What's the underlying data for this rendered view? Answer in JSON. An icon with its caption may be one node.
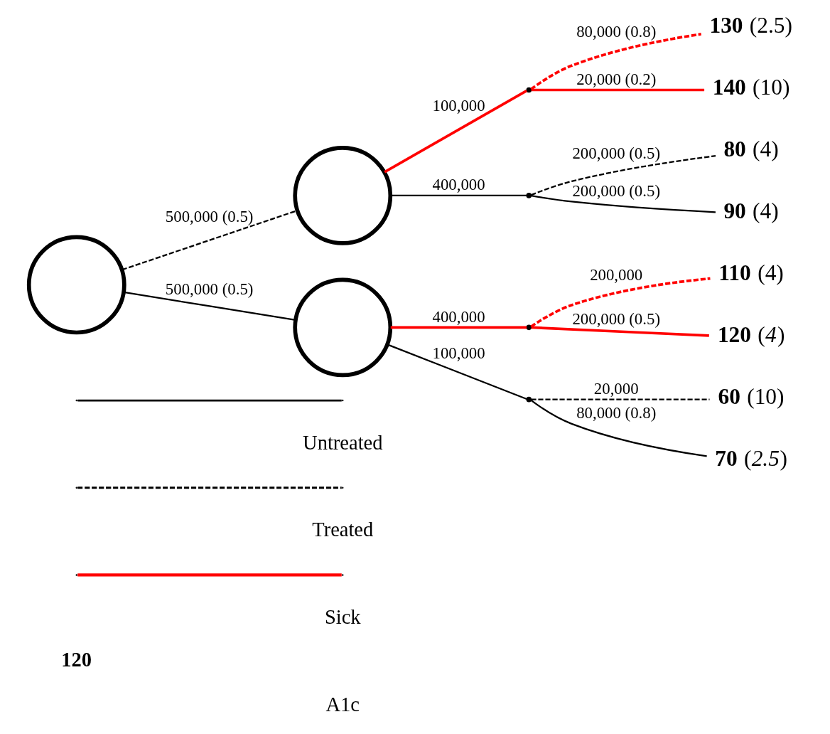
{
  "diagram": {
    "nodes": [
      {
        "text": [],
        "shape": "circle"
      },
      {
        "text": [],
        "shape": "circle"
      },
      {
        "text": [],
        "shape": "circle"
      },
      {
        "text": [],
        "shape": "point"
      },
      {
        "text": [],
        "shape": "point"
      },
      {
        "text": [],
        "shape": "point"
      },
      {
        "text": [],
        "shape": "point"
      },
      {
        "text": [
          "**130** (2.5)"
        ]
      },
      {
        "text": [
          "**140** (10)"
        ]
      },
      {
        "text": [
          "**80** (4)"
        ]
      },
      {
        "text": [
          "**90** (4)"
        ]
      },
      {
        "text": [
          "**110** (4)"
        ]
      },
      {
        "text": [
          "**120** (*4*)"
        ]
      },
      {
        "text": [
          "**60** (10)"
        ]
      },
      {
        "text": [
          "**70** (*2.5*)"
        ]
      }
    ],
    "edges": [
      {
        "from": 0,
        "to": 1,
        "arrow": "none",
        "style": "dashed",
        "label": "500,000 (0.5)"
      },
      {
        "from": 0,
        "to": 2,
        "arrow": "none",
        "label": "500,000 (0.5)"
      },
      {
        "from": 1,
        "to": 3,
        "arrow": "none",
        "color": "#ff0000",
        "label": "100,000"
      },
      {
        "from": 1,
        "to": 4,
        "arrow": "none",
        "label": "400,000"
      },
      {
        "from": 3,
        "to": 7,
        "arrow": "none",
        "style": "dashed",
        "color": "#ff0000",
        "label": "80,000 (0.8)"
      },
      {
        "from": 3,
        "to": 8,
        "arrow": "none",
        "color": "#ff0000",
        "label": "20,000 (0.2)"
      },
      {
        "from": 4,
        "to": 9,
        "arrow": "none",
        "style": "dashed",
        "label": "200,000 (0.5)"
      },
      {
        "from": 4,
        "to": 10,
        "arrow": "none",
        "label": "200,000 (0.5)"
      },
      {
        "from": 2,
        "to": 5,
        "arrow": "none",
        "color": "#ff0000",
        "label": "400,000"
      },
      {
        "from": 2,
        "to": 6,
        "arrow": "none",
        "label": "100,000"
      },
      {
        "from": 5,
        "to": 11,
        "arrow": "none",
        "style": "dashed",
        "color": "#ff0000",
        "label": "200,000"
      },
      {
        "from": 5,
        "to": 12,
        "arrow": "none",
        "color": "#ff0000",
        "label": "200,000 (0.5)"
      },
      {
        "from": 6,
        "to": 13,
        "arrow": "none",
        "style": "dashed",
        "label": "20,000"
      },
      {
        "from": 6,
        "to": 14,
        "arrow": "none",
        "label": "80,000 (0.8)"
      }
    ],
    "labels": [
      "120"
    ],
    "legend": [
      {
        "text": "Untreated"
      },
      {
        "text": "Treated"
      },
      {
        "text": "Sick",
        "color": "#ff0000"
      },
      {
        "text": "A1c"
      }
    ]
  }
}
